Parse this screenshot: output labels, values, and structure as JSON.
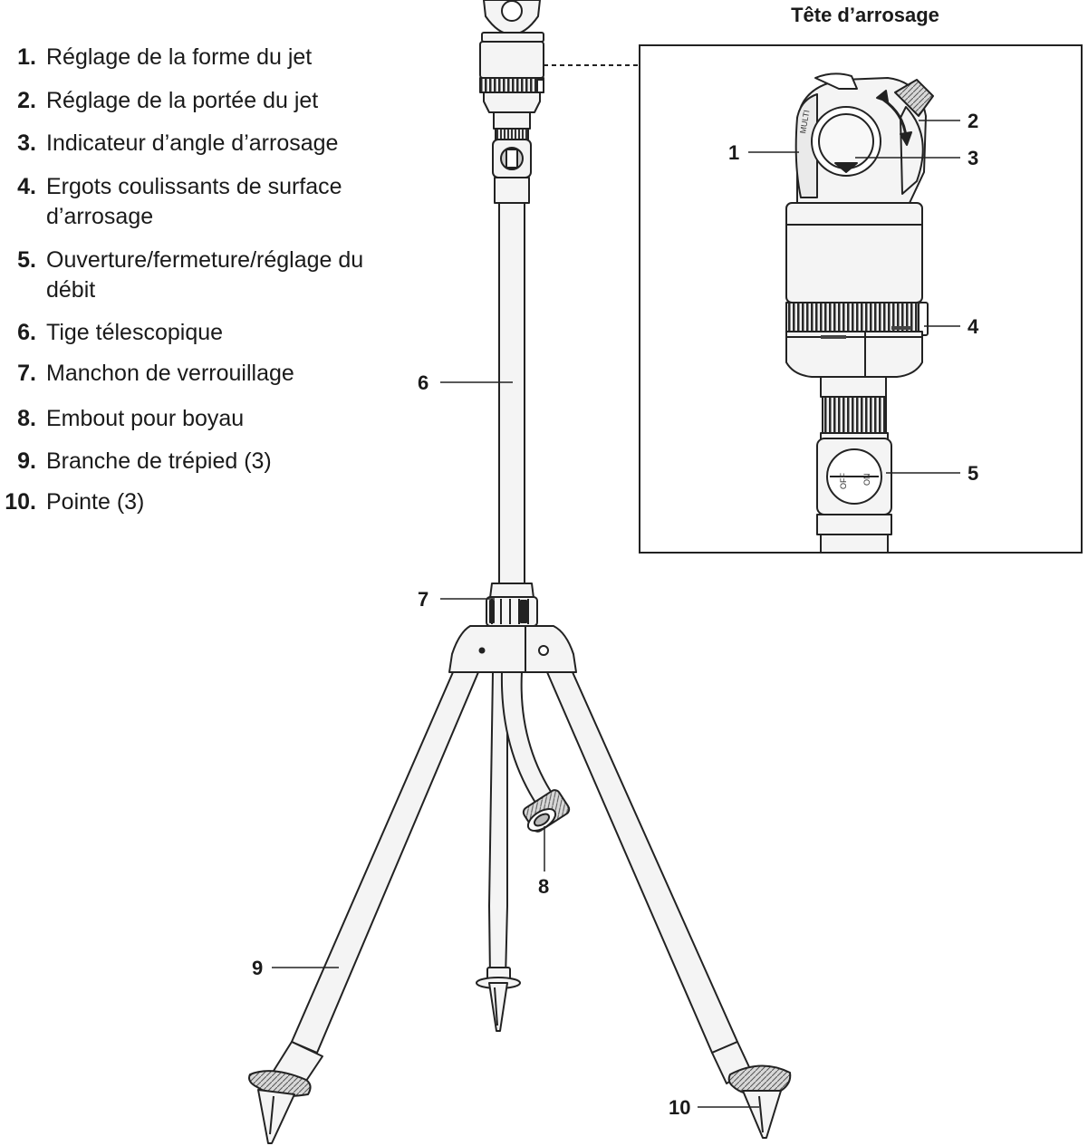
{
  "parts": [
    {
      "num": "1.",
      "label": "Réglage de la forme du jet"
    },
    {
      "num": "2.",
      "label": "Réglage de la portée du jet"
    },
    {
      "num": "3.",
      "label": "Indicateur d’angle d’arrosage"
    },
    {
      "num": "4.",
      "label": "Ergots coulissants de surface d’arrosage"
    },
    {
      "num": "5.",
      "label": "Ouverture/fermeture/réglage du débit"
    },
    {
      "num": "6.",
      "label": "Tige télescopique"
    },
    {
      "num": "7.",
      "label": "Manchon de verrouillage"
    },
    {
      "num": "8.",
      "label": "Embout pour boyau"
    },
    {
      "num": "9.",
      "label": "Branche de trépied (3)"
    },
    {
      "num": "10.",
      "label": "Pointe (3)"
    }
  ],
  "inset": {
    "title": "Tête d’arrosage",
    "dial_text": "MULTI",
    "valve_off": "OFF",
    "valve_on": "ON"
  },
  "callouts": {
    "c1": "1",
    "c2": "2",
    "c3": "3",
    "c4": "4",
    "c5": "5",
    "c6": "6",
    "c7": "7",
    "c8": "8",
    "c9": "9",
    "c10": "10"
  }
}
